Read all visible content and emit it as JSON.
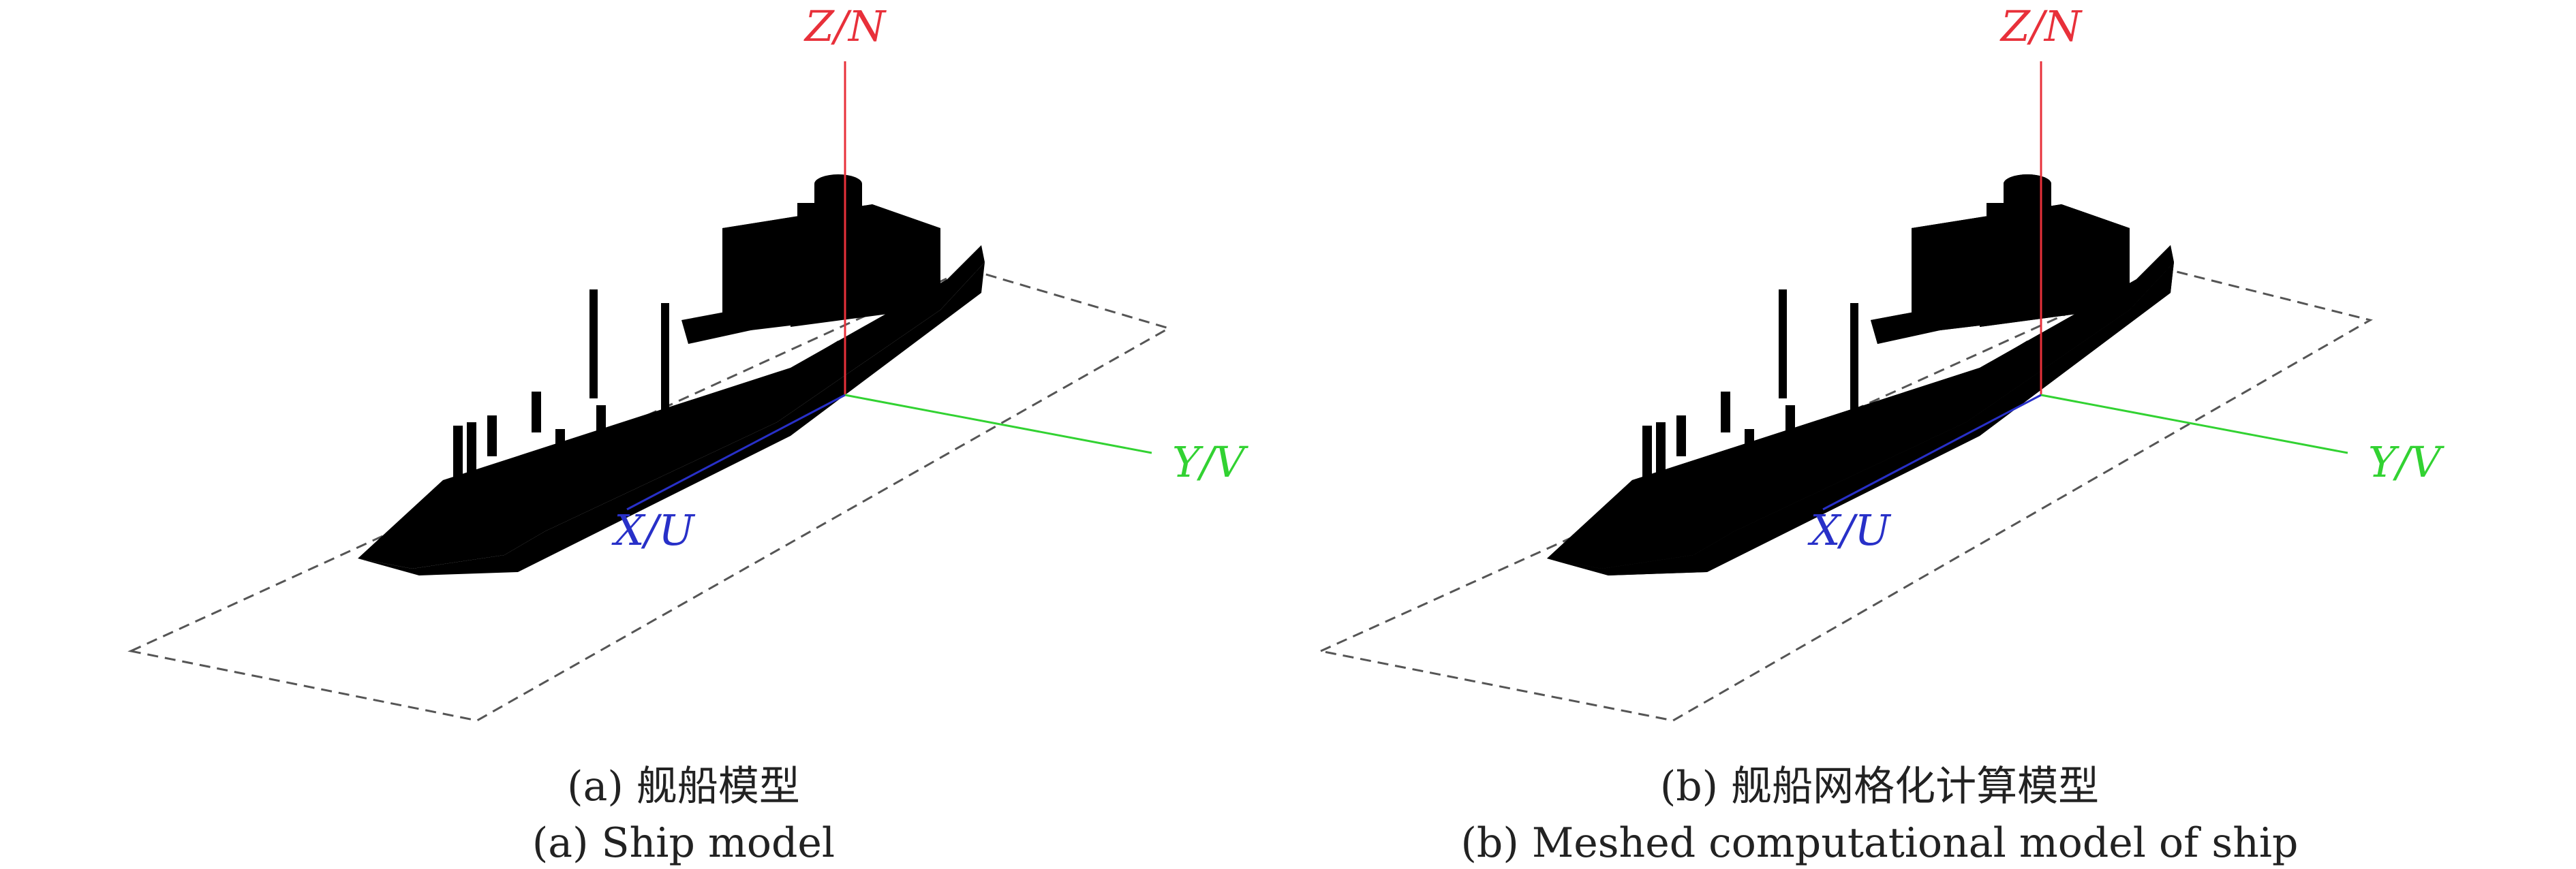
{
  "panels": [
    {
      "id": "a",
      "style": "solid",
      "axes": {
        "z_label": "Z/N",
        "y_label": "Y/V",
        "x_label": "X/U"
      },
      "caption_cn": "(a) 舰船模型",
      "caption_en": "(a) Ship model"
    },
    {
      "id": "b",
      "style": "meshed",
      "axes": {
        "z_label": "Z/N",
        "y_label": "Y/V",
        "x_label": "X/U"
      },
      "caption_cn": "(b) 舰船网格化计算模型",
      "caption_en": "(b) Meshed computational model of ship"
    }
  ],
  "colors": {
    "z_axis": "#e8303a",
    "y_axis": "#32d232",
    "x_axis": "#2830c8",
    "hull": "#c87a10",
    "hull_dark": "#8a4f06",
    "hull_light": "#e8a040",
    "plane": "#555555"
  }
}
